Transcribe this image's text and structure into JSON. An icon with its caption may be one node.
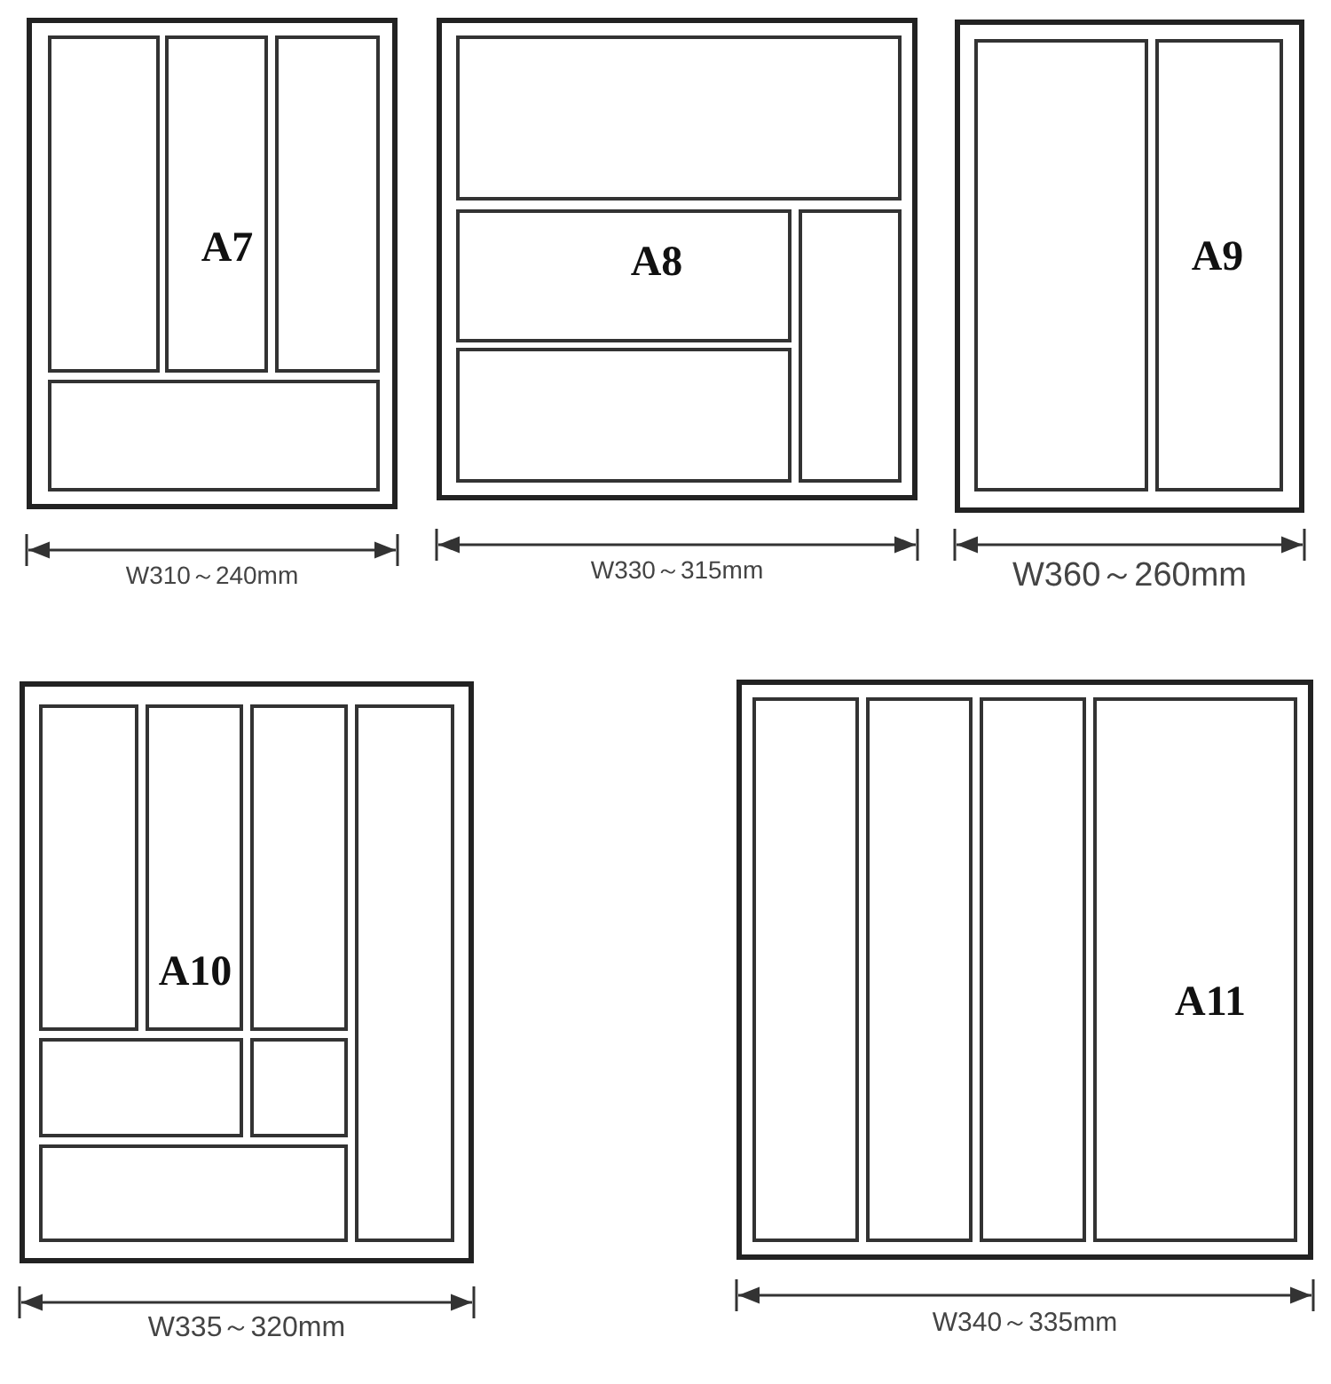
{
  "diagram": {
    "nodes": [
      {
        "text": [],
        "shape": "box"
      },
      {
        "text": [],
        "shape": "box",
        "in": 0
      },
      {
        "text": [
          "A7"
        ],
        "in": 0
      },
      {
        "text": [],
        "shape": "box",
        "in": 0
      },
      {
        "text": [],
        "shape": "box",
        "in": 0
      },
      {
        "text": [],
        "shape": "box"
      },
      {
        "text": [],
        "shape": "box",
        "in": 5
      },
      {
        "text": [
          "A8"
        ],
        "in": 5
      },
      {
        "text": [],
        "shape": "box",
        "in": 5
      },
      {
        "text": [],
        "shape": "box",
        "in": 5
      },
      {
        "text": [],
        "shape": "box"
      },
      {
        "text": [],
        "shape": "box",
        "in": 10
      },
      {
        "text": [
          "A9"
        ],
        "in": 10
      },
      {
        "text": [],
        "shape": "box"
      },
      {
        "text": [],
        "shape": "box",
        "in": 13
      },
      {
        "text": [
          "A10"
        ],
        "in": 13
      },
      {
        "text": [],
        "shape": "box",
        "in": 13
      },
      {
        "text": [],
        "shape": "box",
        "in": 13
      },
      {
        "text": [],
        "shape": "box",
        "in": 13
      },
      {
        "text": [],
        "shape": "box",
        "in": 13
      },
      {
        "text": [],
        "shape": "box",
        "in": 13
      },
      {
        "text": [],
        "shape": "box"
      },
      {
        "text": [],
        "shape": "box",
        "in": 21
      },
      {
        "text": [],
        "shape": "box",
        "in": 21
      },
      {
        "text": [],
        "shape": "box",
        "in": 21
      },
      {
        "text": [
          "A11"
        ],
        "in": 21
      }
    ],
    "edges": [],
    "labels": [
      "W310～240mm",
      "W330～315mm",
      "W360～260mm",
      "W335～320mm",
      "W340～335mm"
    ]
  }
}
